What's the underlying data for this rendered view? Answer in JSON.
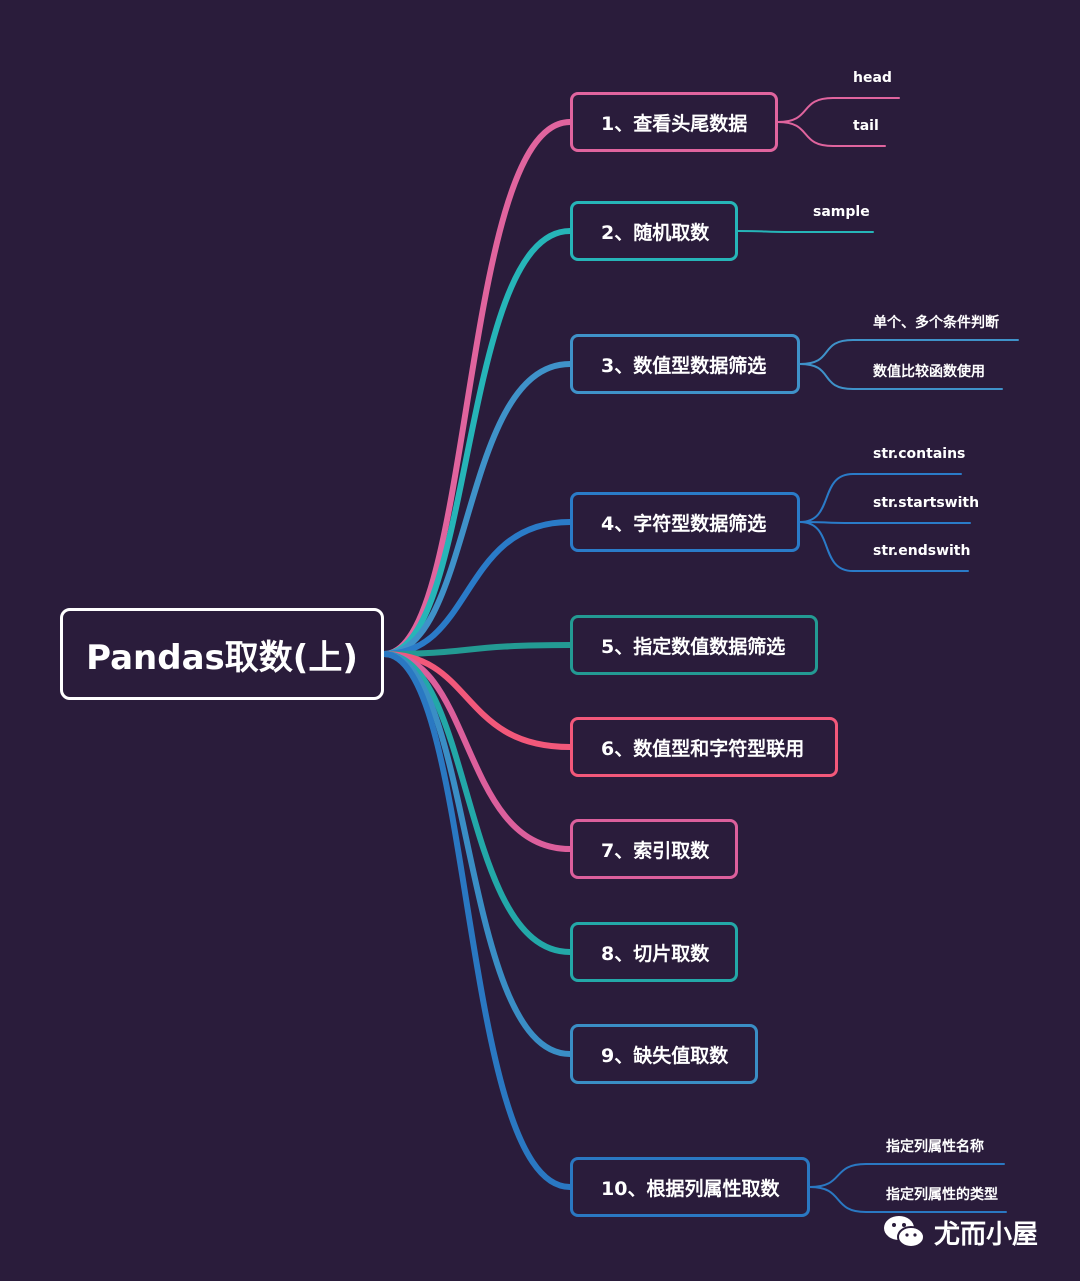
{
  "root": {
    "label": "Pandas取数(上)"
  },
  "topics": [
    {
      "label": "1、查看头尾数据",
      "color": "#e0649e",
      "leaves": [
        "head",
        "tail"
      ]
    },
    {
      "label": "2、随机取数",
      "color": "#26b5b8",
      "leaves": [
        "sample"
      ]
    },
    {
      "label": "3、数值型数据筛选",
      "color": "#3f92c9",
      "leaves": [
        "单个、多个条件判断",
        "数值比较函数使用"
      ]
    },
    {
      "label": "4、字符型数据筛选",
      "color": "#2a7bc8",
      "leaves": [
        "str.contains",
        "str.startswith",
        "str.endswith"
      ]
    },
    {
      "label": "5、指定数值数据筛选",
      "color": "#239a93",
      "leaves": []
    },
    {
      "label": "6、数值型和字符型联用",
      "color": "#f2587a",
      "leaves": []
    },
    {
      "label": "7、索引取数",
      "color": "#dc5f9c",
      "leaves": []
    },
    {
      "label": "8、切片取数",
      "color": "#23a8a8",
      "leaves": []
    },
    {
      "label": "9、缺失值取数",
      "color": "#3a8ec5",
      "leaves": []
    },
    {
      "label": "10、根据列属性取数",
      "color": "#2a78c2",
      "leaves": [
        "指定列属性名称",
        "指定列属性的类型"
      ]
    }
  ],
  "watermark": {
    "label": "尤而小屋",
    "icon": "wechat-icon"
  }
}
